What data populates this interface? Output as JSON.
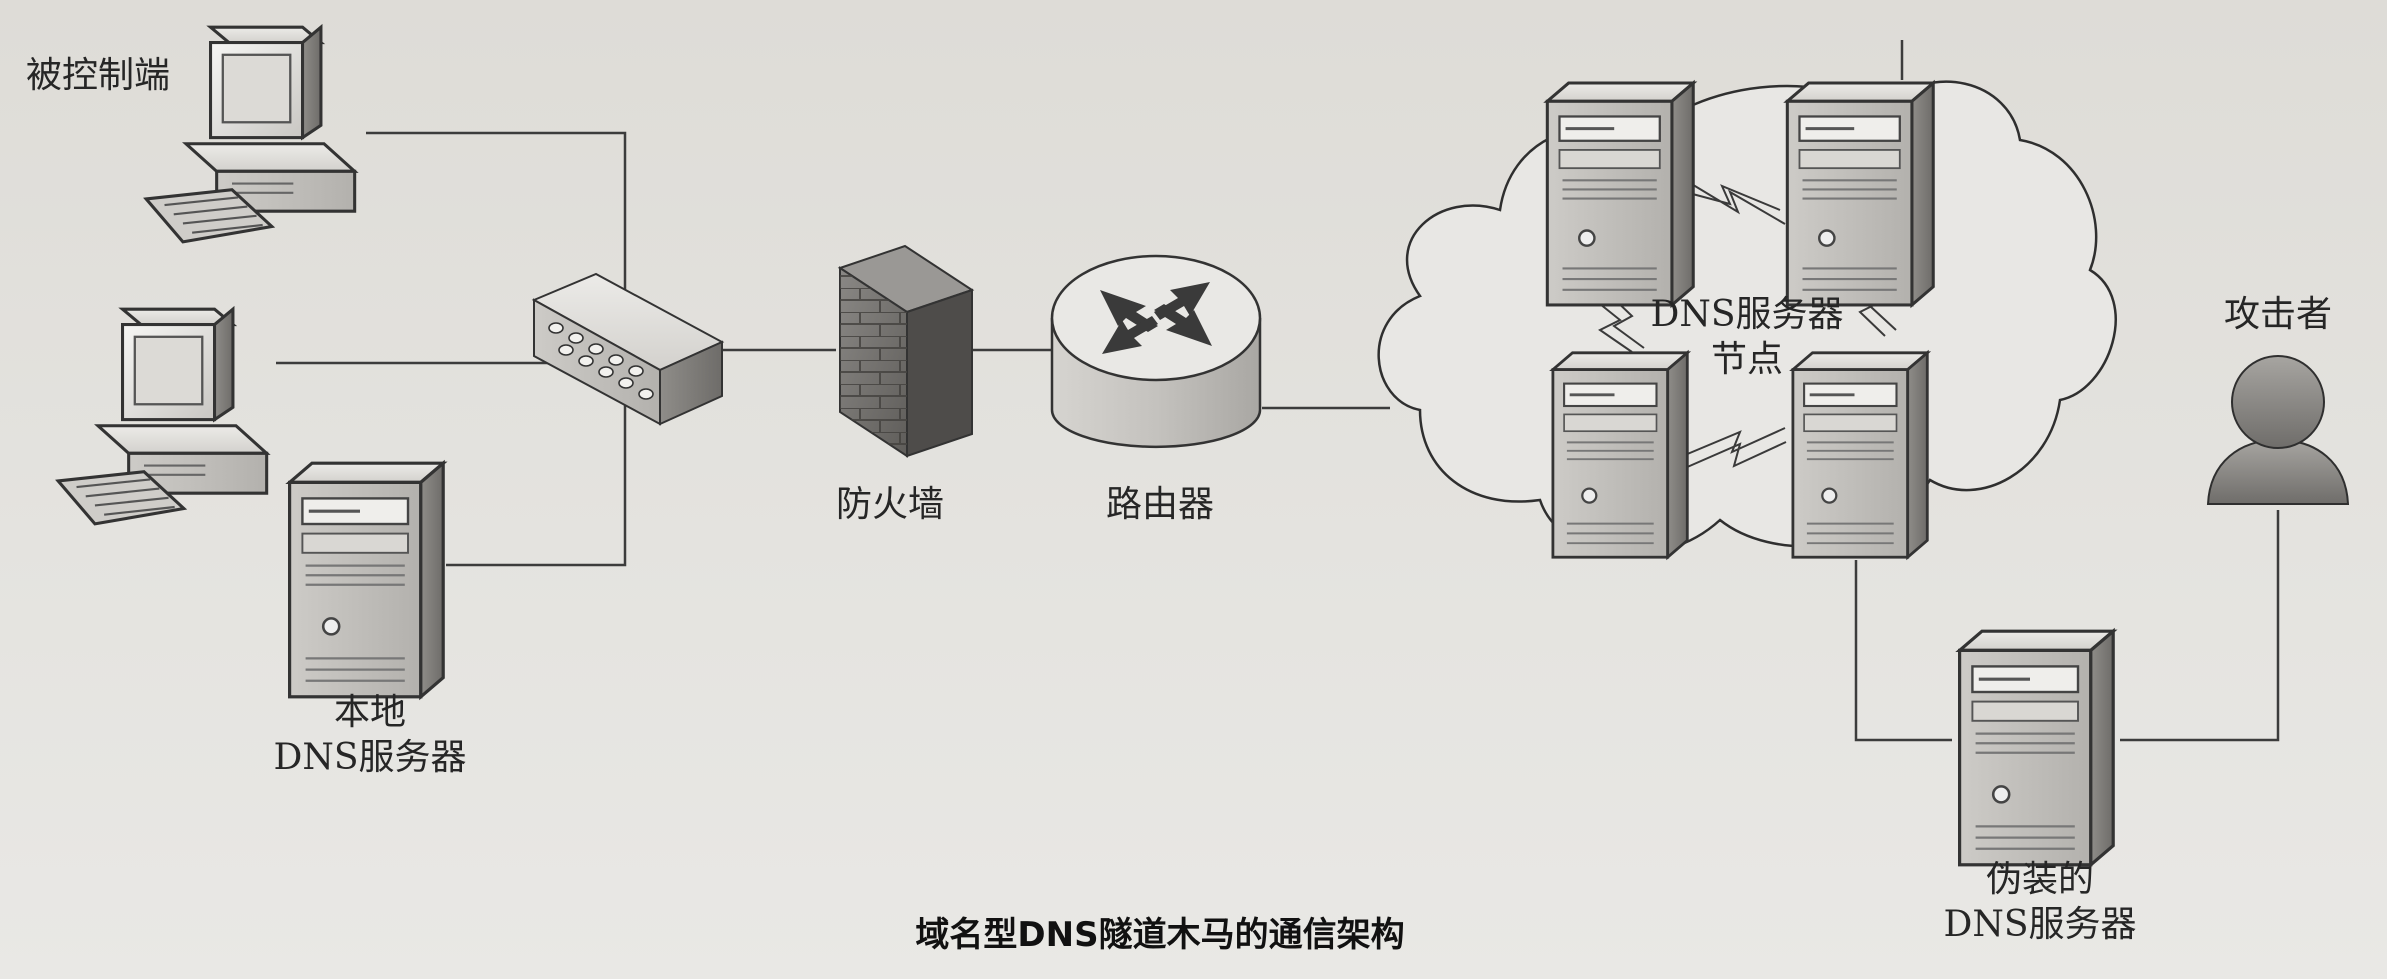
{
  "diagram": {
    "caption": "域名型DNS隧道木马的通信架构",
    "nodes": {
      "controlled_host": "被控制端",
      "local_dns": {
        "line1": "本地",
        "line2": "DNS服务器"
      },
      "firewall": "防火墙",
      "router": "路由器",
      "dns_cloud": {
        "line1": "DNS服务器",
        "line2": "节点"
      },
      "attacker": "攻击者",
      "fake_dns": {
        "line1": "伪装的",
        "line2": "DNS服务器"
      }
    }
  }
}
